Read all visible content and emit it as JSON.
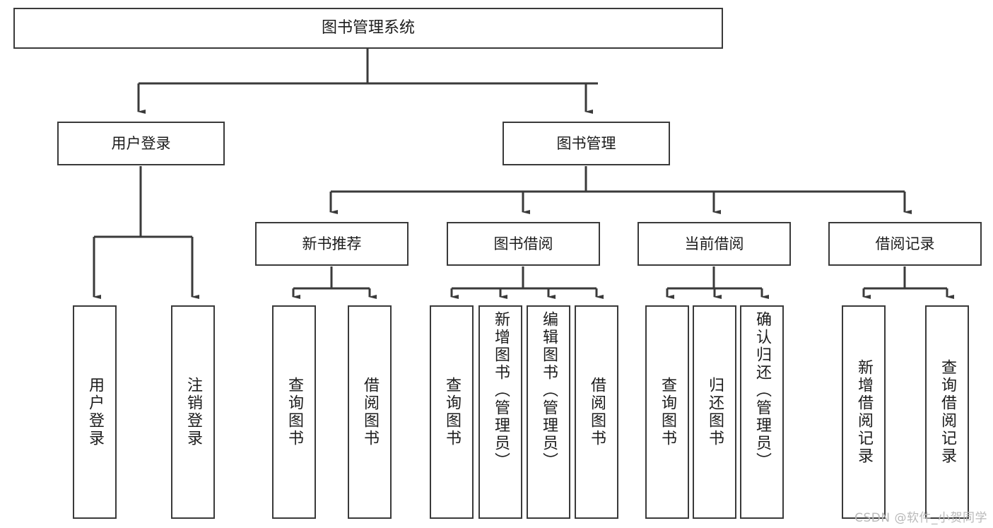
{
  "diagram": {
    "title": "图书管理系统",
    "type": "tree-hierarchy-chart",
    "watermark": "CSDN @软件_小贺同学",
    "colors": {
      "stroke": "#3a3a3a",
      "fill": "#ffffff",
      "text": "#1c1c1c",
      "watermark": "#b9b9b9"
    },
    "root": {
      "label": "图书管理系统"
    },
    "level2": [
      {
        "label": "用户登录"
      },
      {
        "label": "图书管理"
      }
    ],
    "level3": [
      {
        "label": "新书推荐"
      },
      {
        "label": "图书借阅"
      },
      {
        "label": "当前借阅"
      },
      {
        "label": "借阅记录"
      }
    ],
    "leaves": {
      "user_login": [
        {
          "label": "用户登录"
        },
        {
          "label": "注销登录"
        }
      ],
      "new_book_recommend": [
        {
          "label": "查询图书"
        },
        {
          "label": "借阅图书"
        }
      ],
      "book_borrow": [
        {
          "label": "查询图书"
        },
        {
          "label": "新增图书（管理员）"
        },
        {
          "label": "编辑图书（管理员）"
        },
        {
          "label": "借阅图书"
        }
      ],
      "current_borrow": [
        {
          "label": "查询图书"
        },
        {
          "label": "归还图书"
        },
        {
          "label": "确认归还（管理员）"
        }
      ],
      "borrow_records": [
        {
          "label": "新增借阅记录"
        },
        {
          "label": "查询借阅记录"
        }
      ]
    }
  }
}
